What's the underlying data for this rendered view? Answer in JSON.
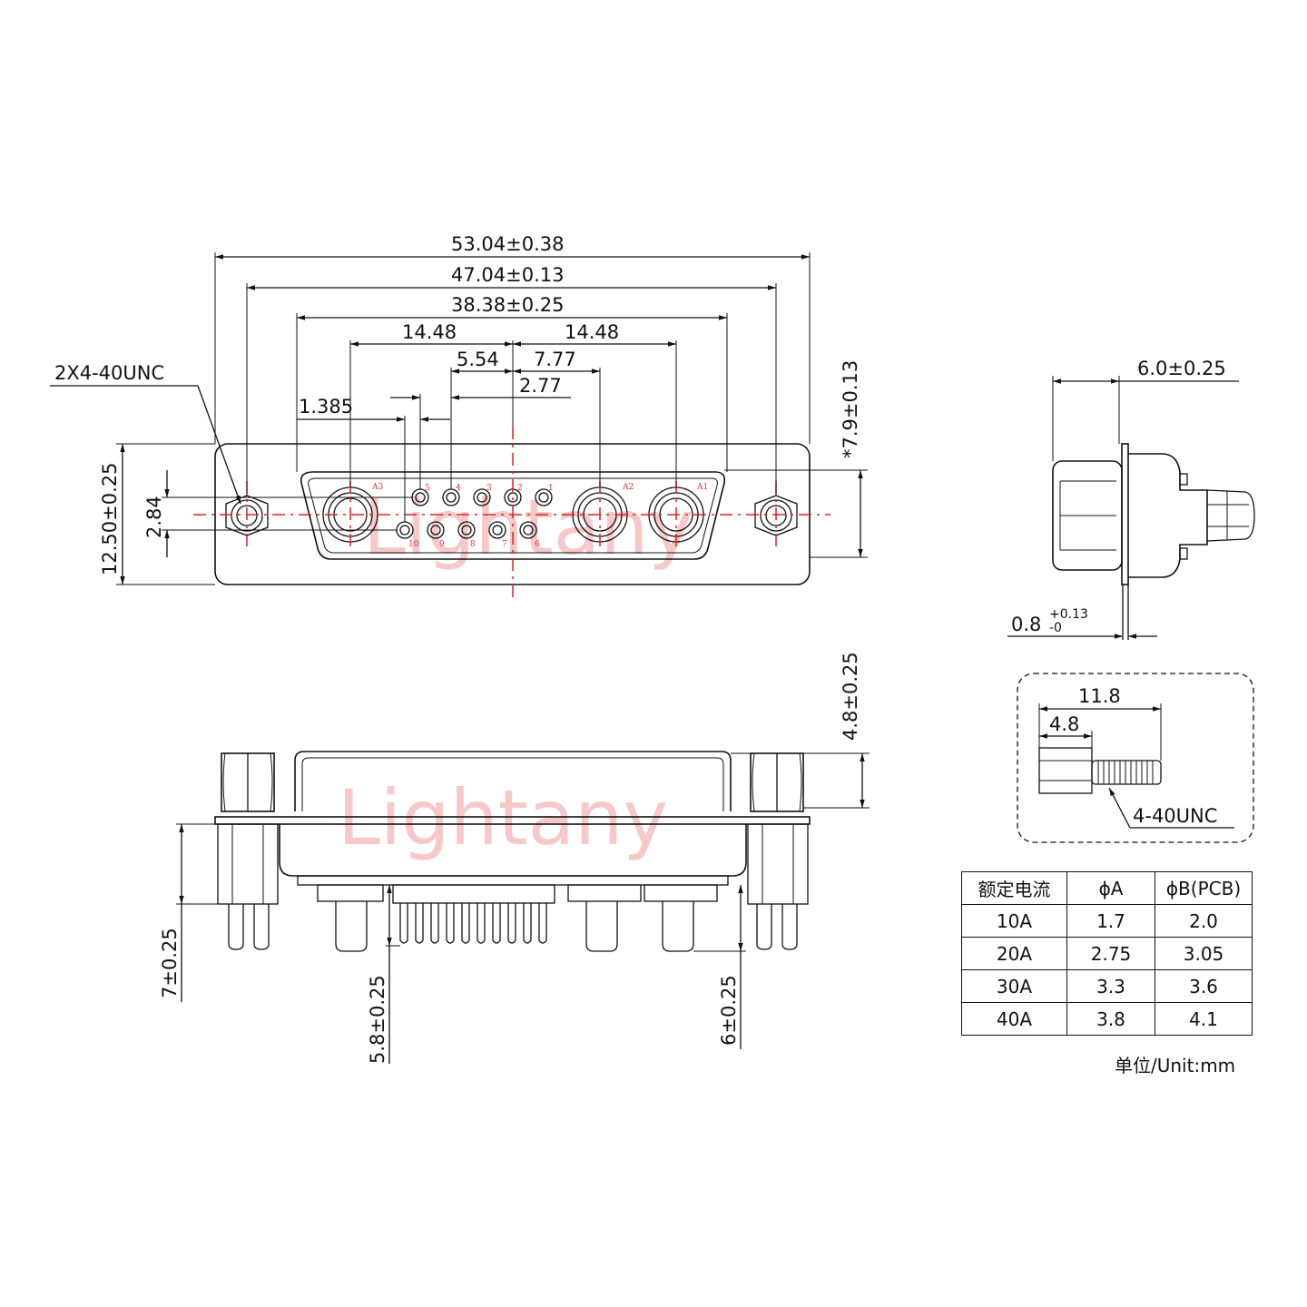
{
  "top_view": {
    "dims": {
      "overall_width": "53.04±0.38",
      "mount_hole_pitch": "47.04±0.13",
      "shell_width": "38.38±0.25",
      "left_span": "14.48",
      "right_span": "14.48",
      "pitch_554": "5.54",
      "pitch_777": "7.77",
      "pitch_277": "2.77",
      "pitch_1385": "1.385",
      "thread_callout": "2X4-40UNC",
      "height": "12.50±0.25",
      "row_spacing": "2.84",
      "flange_depth": "*7.9±0.13"
    },
    "pin_labels": [
      "A3",
      "5",
      "4",
      "3",
      "2",
      "1",
      "A2",
      "A1",
      "10",
      "9",
      "8",
      "7",
      "6"
    ]
  },
  "front_view": {
    "dims": {
      "hex_height": "4.8±0.25",
      "post_length": "7±0.25",
      "signal_pin_length": "5.8±0.25",
      "power_pin_length": "6±0.25"
    }
  },
  "side_view": {
    "dims": {
      "depth": "6.0±0.25",
      "flange_thickness": "0.8",
      "flange_tol_upper": "+0.13",
      "flange_tol_lower": "-0"
    }
  },
  "screw_detail": {
    "dims": {
      "total_length": "11.8",
      "hex_length": "4.8",
      "thread": "4-40UNC"
    }
  },
  "current_table": {
    "headers": [
      "额定电流",
      "ϕA",
      "ϕB(PCB)"
    ],
    "rows": [
      [
        "10A",
        "1.7",
        "2.0"
      ],
      [
        "20A",
        "2.75",
        "3.05"
      ],
      [
        "30A",
        "3.3",
        "3.6"
      ],
      [
        "40A",
        "3.8",
        "4.1"
      ]
    ]
  },
  "unit_note": "单位/Unit:mm",
  "watermark": "Lightany",
  "colors": {
    "line": "#111111",
    "centerline": "#e02020",
    "pin_label": "#e03030",
    "watermark": "#f6c8c8"
  }
}
